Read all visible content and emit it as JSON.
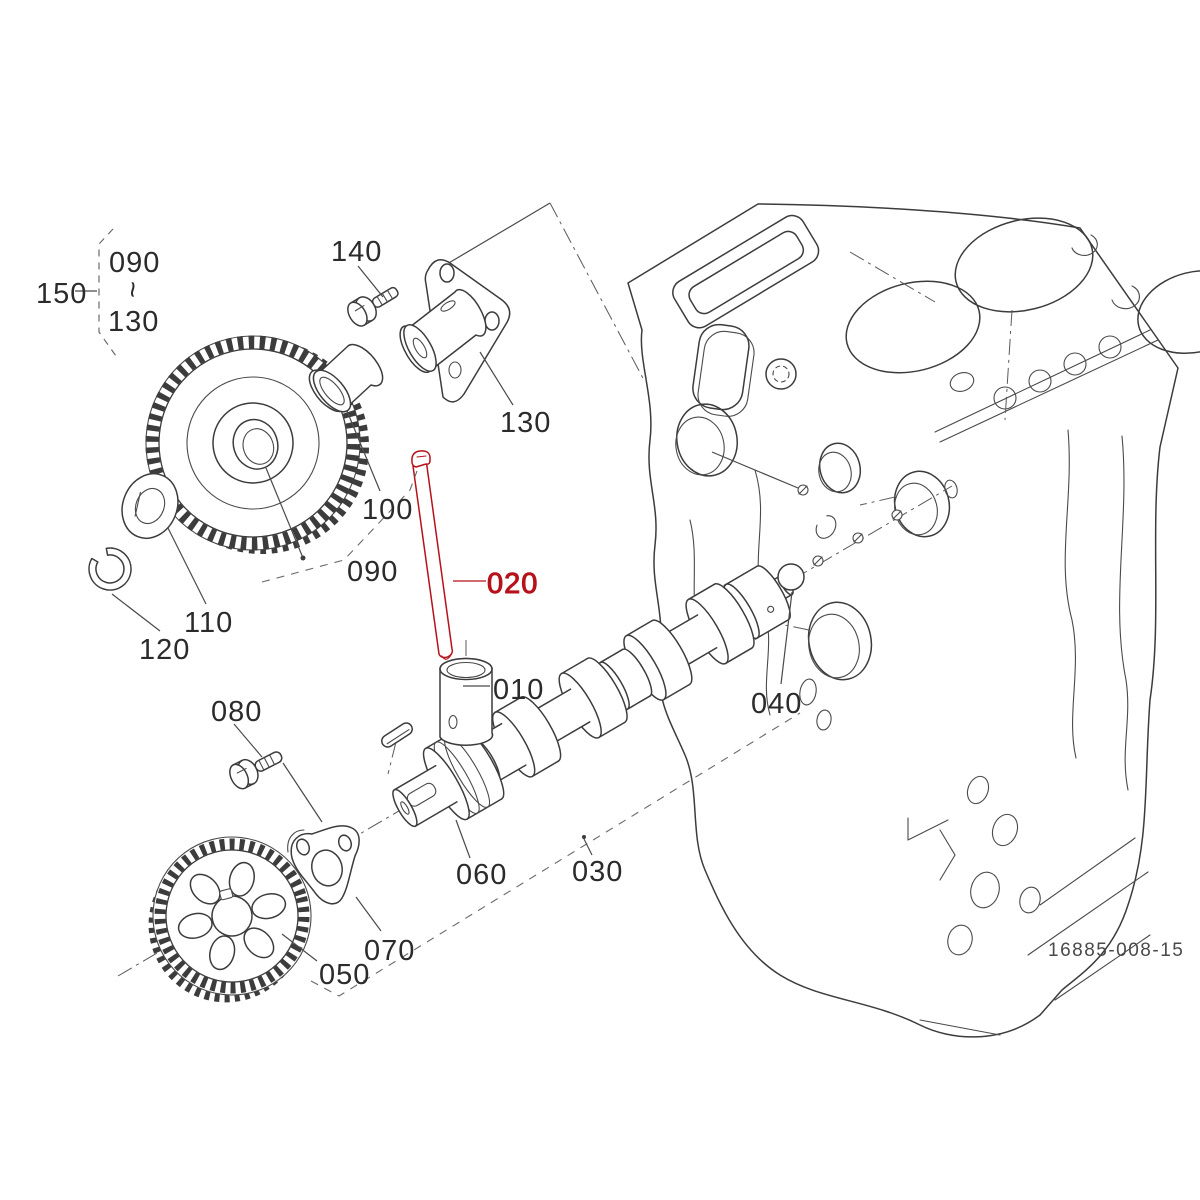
{
  "figure": {
    "kind": "exploded-parts-diagram",
    "drawing_number": "16885-008-15",
    "highlight_color": "#b5121b",
    "line_color": "#3c3c3c",
    "background": "#ffffff"
  },
  "group_bracket": {
    "group_label": "150",
    "range_start": "090",
    "range_separator": "~",
    "range_end": "130"
  },
  "callouts": {
    "c010": "010",
    "c020": "020",
    "c030": "030",
    "c040": "040",
    "c050": "050",
    "c060": "060",
    "c070": "070",
    "c080": "080",
    "c090": "090",
    "c100": "100",
    "c110": "110",
    "c120": "120",
    "c130": "130",
    "c140": "140"
  },
  "highlighted_callout": "020",
  "drawing_number": "16885-008-15"
}
